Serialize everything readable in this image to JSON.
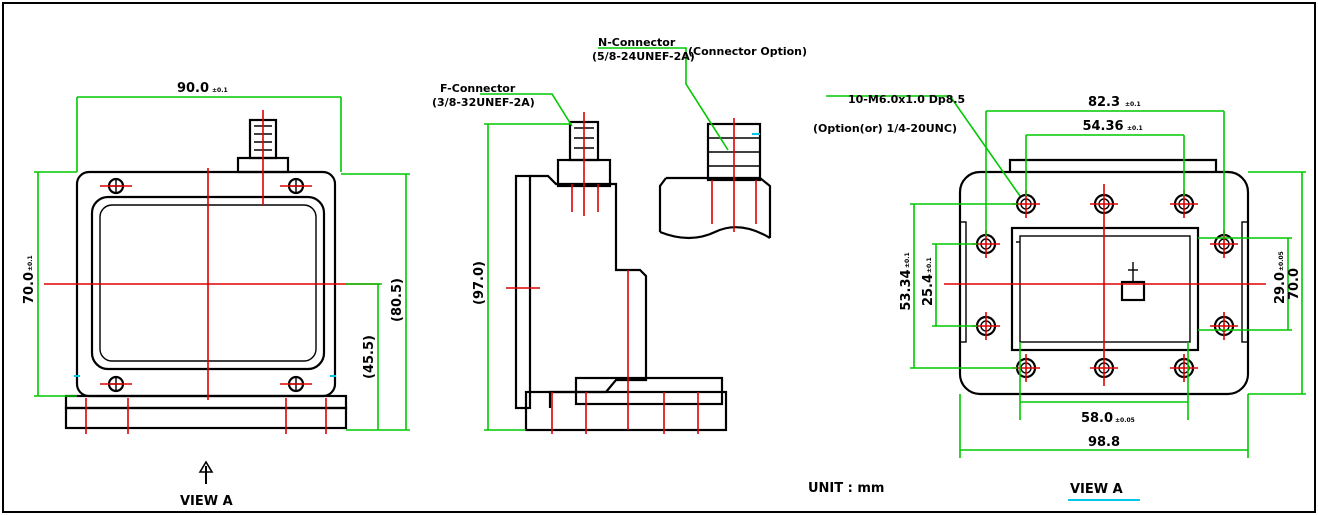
{
  "labels": {
    "view_a_arrow_label": "VIEW A",
    "view_a_title": "VIEW A",
    "unit": "UNIT : mm",
    "f_connector_name": "F-Connector",
    "f_connector_thread": "(3/8-32UNEF-2A)",
    "n_connector_name": "N-Connector",
    "n_connector_thread": "(5/8-24UNEF-2A)",
    "connector_option": "(Connector Option)",
    "thread_spec": "10-M6.0x1.0 Dp8.5",
    "thread_option": "(Option(or) 1/4-20UNC)"
  },
  "dimensions": {
    "front_width": "90.0",
    "front_width_tol": "±0.1",
    "front_height": "70.0",
    "front_height_tol": "±0.1",
    "front_overall": "(80.5)",
    "front_center": "(45.5)",
    "side_height": "(97.0)",
    "flange_outer_bolts": "82.3",
    "flange_outer_bolts_tol": "±0.1",
    "flange_inner_bolts": "54.36",
    "flange_inner_bolts_tol": "±0.1",
    "flange_bottom_bolts": "58.0",
    "flange_bottom_bolts_tol": "±0.05",
    "flange_width": "98.8",
    "flange_height_left": "53.34",
    "flange_height_left_tol": "±0.1",
    "flange_inner_left": "25.4",
    "flange_inner_left_tol": "±0.1",
    "flange_inner_right": "29.0",
    "flange_inner_right_tol": "±0.05",
    "flange_height": "70.0"
  },
  "colors": {
    "outline": "#000000",
    "dimension": "#00c800",
    "centerline": "#dd0000",
    "highlight": "#00c8e6",
    "frame": "#000000"
  }
}
